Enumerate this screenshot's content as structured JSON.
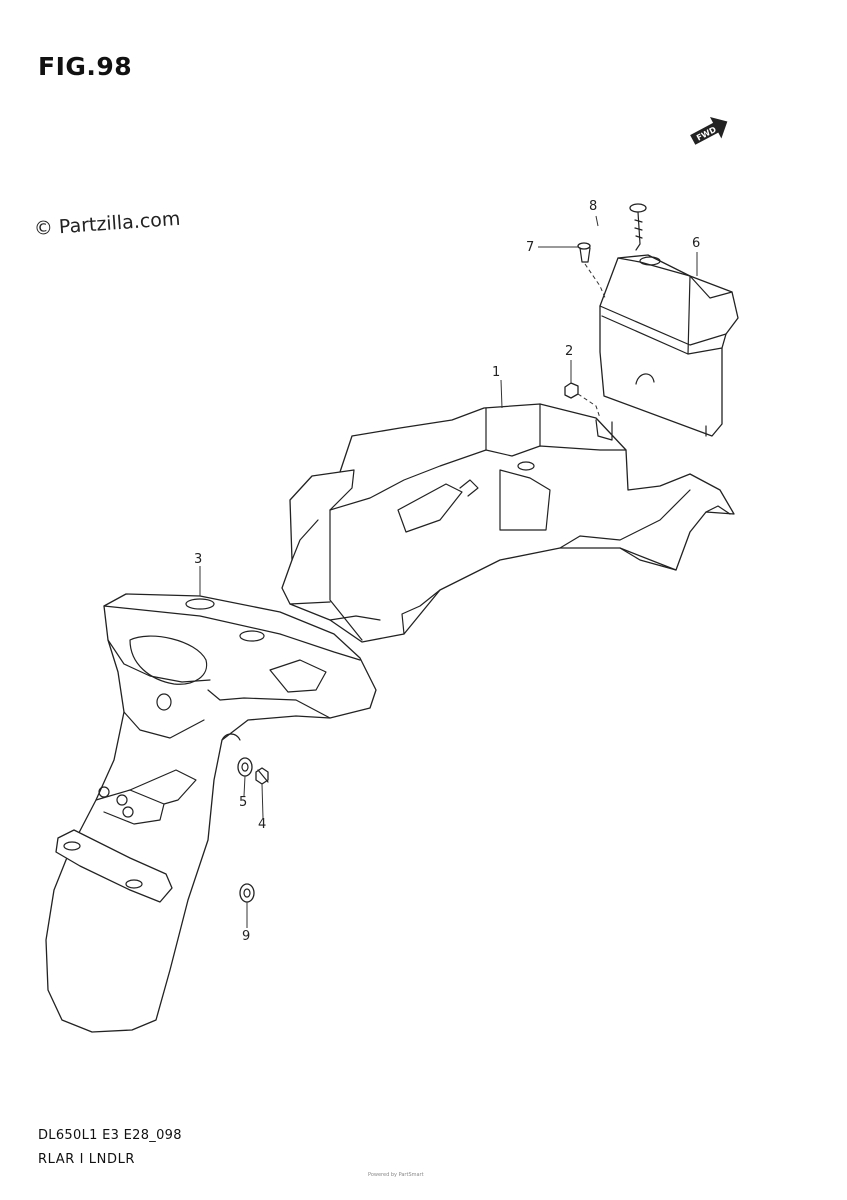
{
  "figure": {
    "title": "FIG.98",
    "watermark": "© Partzilla.com",
    "direction_badge": "FWD"
  },
  "callouts": [
    {
      "id": "1",
      "label": "1"
    },
    {
      "id": "2",
      "label": "2"
    },
    {
      "id": "3",
      "label": "3"
    },
    {
      "id": "4",
      "label": "4"
    },
    {
      "id": "5",
      "label": "5"
    },
    {
      "id": "6",
      "label": "6"
    },
    {
      "id": "7",
      "label": "7"
    },
    {
      "id": "8",
      "label": "8"
    },
    {
      "id": "9",
      "label": "9"
    }
  ],
  "footer": {
    "code": "DL650L1 E3 E28_098",
    "name": "RLAR I LNDLR",
    "stamp": "Powered by PartSmart"
  }
}
